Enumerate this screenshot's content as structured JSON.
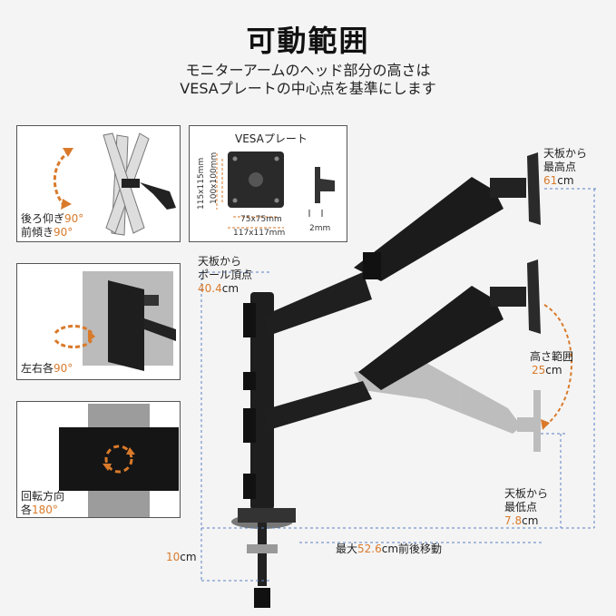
{
  "title": "可動範囲",
  "subtitle_line1": "モニターアームのヘッド部分の高さは",
  "subtitle_line2": "VESAプレートの中心点を基準にします",
  "panel1": {
    "line1_prefix": "後ろ仰ぎ",
    "line1_value": "90°",
    "line2_prefix": "前傾き",
    "line2_value": "90°"
  },
  "panel2": {
    "title": "VESAプレート",
    "dim_115": "115x115mm",
    "dim_100": "100x100mm",
    "dim_75": "75x75mm",
    "dim_117": "117x117mm",
    "dim_2": "2mm"
  },
  "panel3": {
    "prefix": "左右各",
    "value": "90°"
  },
  "panel4": {
    "line1": "回転方向",
    "line2_prefix": "各",
    "line2_value": "180°"
  },
  "annotations": {
    "top_highest": {
      "line1": "天板から",
      "line2": "最高点",
      "value": "61",
      "unit": "cm"
    },
    "pole_top": {
      "line1": "天板から",
      "line2": "ポール頂点",
      "value": "40.4",
      "unit": "cm"
    },
    "height_range": {
      "line1": "高さ範囲",
      "value": "25",
      "unit": "cm"
    },
    "lowest": {
      "line1": "天板から",
      "line2": "最低点",
      "value": "7.8",
      "unit": "cm"
    },
    "clamp": {
      "value": "10",
      "unit": "cm"
    },
    "reach": {
      "prefix": "最大",
      "value": "52.6",
      "unit": "cm",
      "suffix": "前後移動"
    }
  },
  "colors": {
    "accent": "#d97a2b",
    "dim_line": "#5b7fc4"
  }
}
